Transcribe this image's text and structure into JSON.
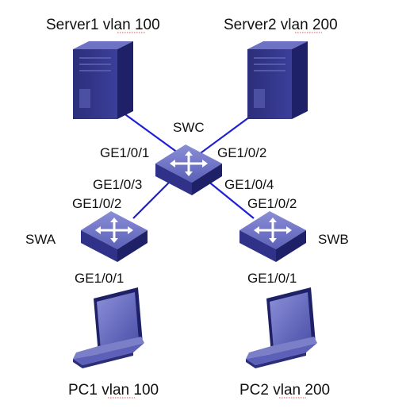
{
  "devices": {
    "server1": {
      "label": "Server1 vlan 100"
    },
    "server2": {
      "label": "Server2 vlan 200"
    },
    "swc": {
      "label": "SWC"
    },
    "swa": {
      "label": "SWA"
    },
    "swb": {
      "label": "SWB"
    },
    "pc1": {
      "label": "PC1 vlan 100"
    },
    "pc2": {
      "label": "PC2 vlan 200"
    }
  },
  "ports": {
    "swc_p1": "GE1/0/1",
    "swc_p2": "GE1/0/2",
    "swc_p3": "GE1/0/3",
    "swc_p4": "GE1/0/4",
    "swa_up": "GE1/0/2",
    "swa_down": "GE1/0/1",
    "swb_up": "GE1/0/2",
    "swb_down": "GE1/0/1"
  },
  "colors": {
    "link": "#1f1fd6",
    "device_top": "#7b7fc8",
    "device_side": "#3a3d9a",
    "device_front": "#2b2e88",
    "screen": "#5b5fb0"
  }
}
